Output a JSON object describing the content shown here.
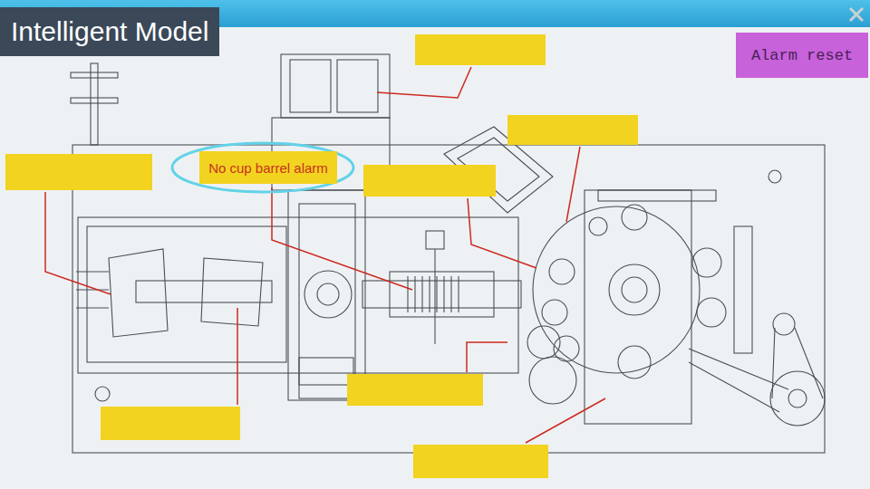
{
  "diagram": {
    "title": "Intelligent Model",
    "nodes": [
      {
        "text": [
          "No cup barrel alarm"
        ]
      },
      {
        "text": [
          "Alarm reset"
        ]
      }
    ]
  }
}
